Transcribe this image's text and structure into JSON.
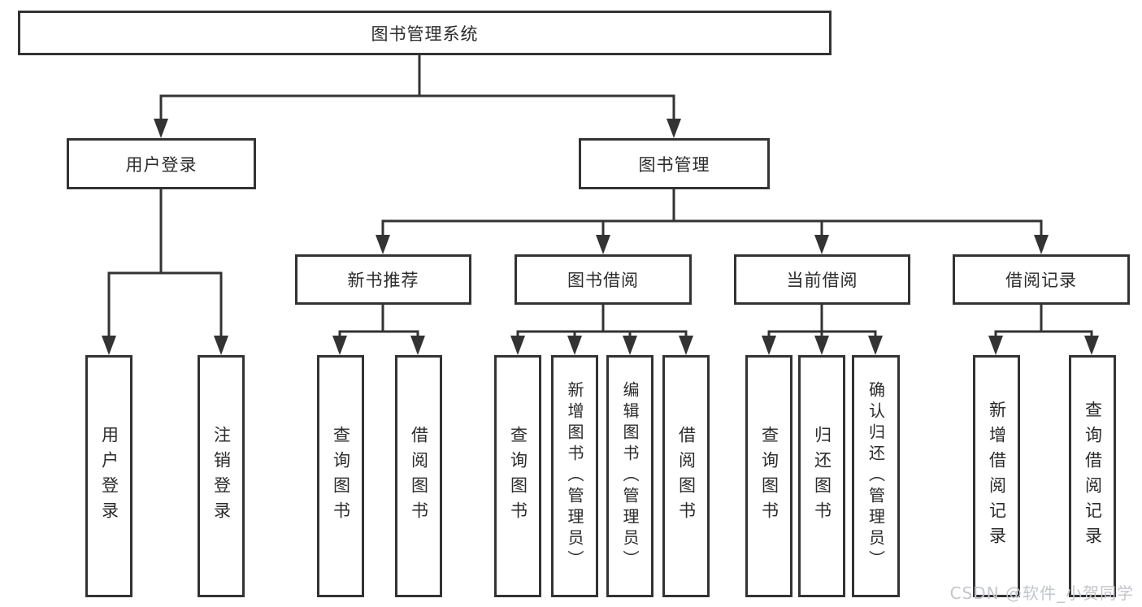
{
  "title": "图书管理系统",
  "watermark": "CSDN @软件_小贺同学",
  "tree": {
    "label": "图书管理系统",
    "children": [
      {
        "label": "用户登录",
        "children": [
          {
            "label": "用户登录"
          },
          {
            "label": "注销登录"
          }
        ]
      },
      {
        "label": "图书管理",
        "children": [
          {
            "label": "新书推荐",
            "children": [
              {
                "label": "查询图书"
              },
              {
                "label": "借阅图书"
              }
            ]
          },
          {
            "label": "图书借阅",
            "children": [
              {
                "label": "查询图书"
              },
              {
                "label": "新增图书（管理员）"
              },
              {
                "label": "编辑图书（管理员）"
              },
              {
                "label": "借阅图书"
              }
            ]
          },
          {
            "label": "当前借阅",
            "children": [
              {
                "label": "查询图书"
              },
              {
                "label": "归还图书"
              },
              {
                "label": "确认归还（管理员）"
              }
            ]
          },
          {
            "label": "借阅记录",
            "children": [
              {
                "label": "新增借阅记录"
              },
              {
                "label": "查询借阅记录"
              }
            ]
          }
        ]
      }
    ]
  },
  "colors": {
    "line": "#333333",
    "text": "#2b2b2b",
    "watermark": "#c3c6ca",
    "background": "#ffffff"
  }
}
